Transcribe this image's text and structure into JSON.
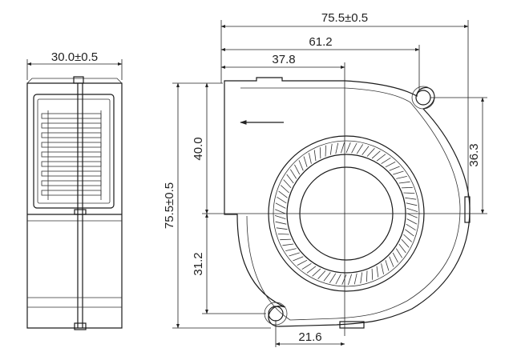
{
  "dimensions": {
    "overall_width": "75.5±0.5",
    "outlet_to_mount_hole": "61.2",
    "outlet_to_center": "37.8",
    "side_thickness": "30.0±0.5",
    "outlet_height": "40.0",
    "overall_height": "75.5±0.5",
    "center_to_bottom_hole": "31.2",
    "top_hole_to_center": "36.3",
    "bottom_hole_to_center": "21.6"
  }
}
